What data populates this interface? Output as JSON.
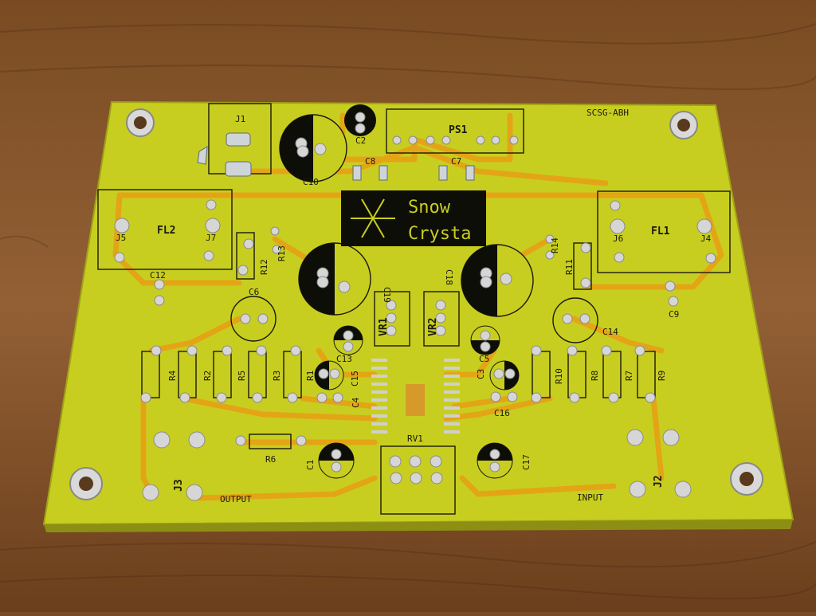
{
  "board": {
    "id_text": "SCSG-ABH",
    "logo_line1": "Snow",
    "logo_line2": "Crysta",
    "output_text": "OUTPUT",
    "input_text": "INPUT",
    "colors": {
      "wood": "#8b5a2b",
      "board": "#c9cf1e",
      "trace": "#e0a514",
      "pad": "#d8d8d8",
      "silkscreen": "#1a1a0a"
    }
  },
  "labels": {
    "J1": "J1",
    "PS1": "PS1",
    "C2": "C2",
    "C10": "C10",
    "C8": "C8",
    "C7": "C7",
    "FL2": "FL2",
    "FL1": "FL1",
    "J5": "J5",
    "J7": "J7",
    "J6": "J6",
    "J4": "J4",
    "R12": "R12",
    "R13": "R13",
    "R11": "R11",
    "R14": "R14",
    "C12": "C12",
    "C9": "C9",
    "C6": "C6",
    "C14": "C14",
    "C19": "C19",
    "C18": "C18",
    "VR1": "VR1",
    "VR2": "VR2",
    "C13": "C13",
    "C5": "C5",
    "C15": "C15",
    "C3": "C3",
    "C4": "C4",
    "C16": "C16",
    "R4": "R4",
    "R2": "R2",
    "R5": "R5",
    "R3": "R3",
    "R1": "R1",
    "R10": "R10",
    "R8": "R8",
    "R7": "R7",
    "R9": "R9",
    "R6": "R6",
    "RV1": "RV1",
    "C1": "C1",
    "C17": "C17",
    "J3": "J3",
    "J2": "J2"
  }
}
